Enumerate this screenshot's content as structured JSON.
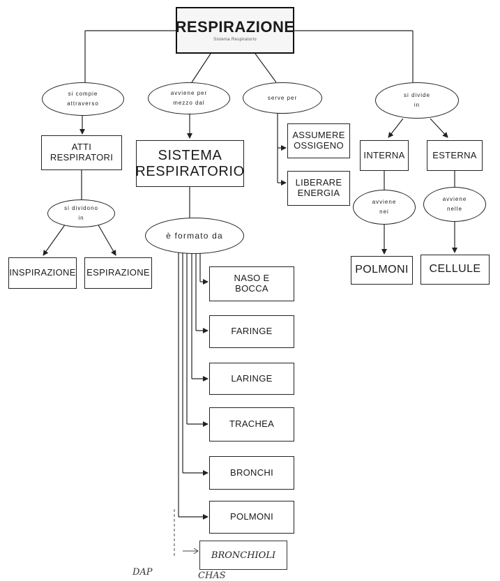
{
  "root": {
    "label": "RESPIRAZIONE",
    "caption": "Sistema Respiratorio"
  },
  "links": {
    "compie": "si compie\nattraverso",
    "avviene": "avviene per\nmezzo dal",
    "serve": "serve per",
    "divide": "si divide\nin",
    "dividono": "si dividono\nin",
    "formato": "è formato da",
    "avviene_nei": "avviene\nnei",
    "avviene_nelle": "avviene\nnelle"
  },
  "nodes": {
    "atti": "ATTI\nRESPIRATORI",
    "inspirazione": "INSPIRAZIONE",
    "espirazione": "ESPIRAZIONE",
    "sistema": "SISTEMA\nRESPIRATORIO",
    "assumere": "ASSUMERE\nOSSIGENO",
    "liberare": "LIBERARE\nENERGIA",
    "interna": "INTERNA",
    "esterna": "ESTERNA",
    "polmoni_right": "POLMONI",
    "cellule": "CELLULE"
  },
  "organs": [
    "NASO E\nBOCCA",
    "FARINGE",
    "LARINGE",
    "TRACHEA",
    "BRONCHI",
    "POLMONI"
  ],
  "handwritten": {
    "bronchioli": "BRONCHIOLI",
    "bottom_left": "DAP",
    "bottom_right": "CHAS"
  }
}
